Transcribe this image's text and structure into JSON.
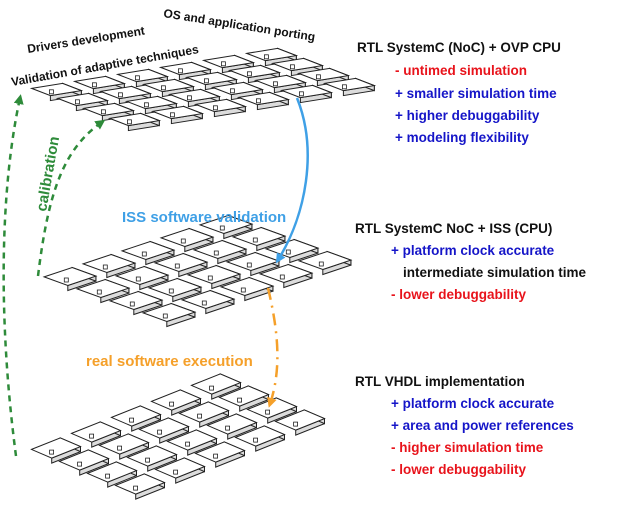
{
  "colors": {
    "black": "#111111",
    "red": "#e8131b",
    "blue": "#1515c8",
    "light_blue": "#3fa0e6",
    "orange": "#f5a02a",
    "green": "#2e8b3a"
  },
  "top_labels": {
    "drivers": "Drivers development",
    "validation": "Validation of adaptive techniques",
    "os": "OS and application porting"
  },
  "side_labels": {
    "calibration": "calibration",
    "iss": "ISS software validation",
    "real": "real software execution"
  },
  "levels": [
    {
      "title": "RTL SystemC (NoC) + OVP CPU",
      "items": [
        {
          "text": "- untimed simulation",
          "tone": "red"
        },
        {
          "text": "+ smaller simulation time",
          "tone": "blue"
        },
        {
          "text": "+ higher debuggability",
          "tone": "blue"
        },
        {
          "text": "+ modeling flexibility",
          "tone": "blue"
        }
      ]
    },
    {
      "title": "RTL SystemC NoC + ISS (CPU)",
      "items": [
        {
          "text": "+ platform clock accurate",
          "tone": "blue"
        },
        {
          "text": "intermediate simulation time",
          "tone": "black"
        },
        {
          "text": "- lower debuggability",
          "tone": "red"
        }
      ]
    },
    {
      "title": "RTL VHDL implementation",
      "items": [
        {
          "text": "+ platform clock accurate",
          "tone": "blue"
        },
        {
          "text": "+ area and power references",
          "tone": "blue"
        },
        {
          "text": "- higher simulation time",
          "tone": "red"
        },
        {
          "text": "- lower debuggability",
          "tone": "red"
        }
      ]
    }
  ]
}
